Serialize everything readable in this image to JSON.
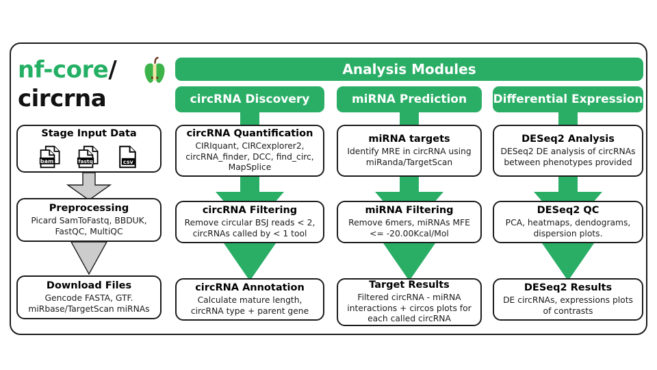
{
  "logo": {
    "line1_prefix": "nf-core",
    "line1_suffix": "/",
    "line2": "circrna",
    "icon": "nf-core-apple-logo",
    "green": "#24b064",
    "dark": "#111111"
  },
  "colors": {
    "green": "#2aae66",
    "grey_arrow": "#cccccc",
    "outline": "#1a1a1a",
    "white": "#ffffff"
  },
  "headers": {
    "master": "Analysis Modules",
    "modules": [
      {
        "label": "circRNA Discovery"
      },
      {
        "label": "miRNA Prediction"
      },
      {
        "label": "Differential Expression"
      }
    ]
  },
  "input_column": {
    "stage": {
      "title": "Stage Input Data",
      "files": [
        {
          "label": "bam",
          "stacked": true
        },
        {
          "label": "fastq",
          "stacked": true
        },
        {
          "label": "csv",
          "stacked": false
        }
      ]
    },
    "preprocessing": {
      "title": "Preprocessing",
      "desc": "Picard SamToFastq, BBDUK, FastQC, MultiQC"
    },
    "download": {
      "title": "Download Files",
      "desc": "Gencode FASTA, GTF. miRbase/TargetScan miRNAs"
    }
  },
  "columns": [
    {
      "name": "circrna-discovery",
      "steps": [
        {
          "title": "circRNA Quantification",
          "desc": "CIRIquant, CIRCexplorer2, circRNA_finder, DCC, find_circ, MapSplice"
        },
        {
          "title": "circRNA Filtering",
          "desc": "Remove circular BSJ reads < 2, circRNAs called by < 1 tool"
        },
        {
          "title": "circRNA Annotation",
          "desc": "Calculate mature length, circRNA type + parent gene"
        }
      ]
    },
    {
      "name": "mirna-prediction",
      "steps": [
        {
          "title": "miRNA targets",
          "desc": "Identify MRE in circRNA using miRanda/TargetScan"
        },
        {
          "title": "miRNA Filtering",
          "desc": "Remove 6mers, miRNAs MFE <= -20.00Kcal/Mol"
        },
        {
          "title": "Target Results",
          "desc": "Filtered circRNA - miRNA interactions + circos plots for each called circRNA"
        }
      ]
    },
    {
      "name": "differential-expression",
      "steps": [
        {
          "title": "DESeq2 Analysis",
          "desc": "DESeq2 DE analysis of circRNAs between phenotypes provided"
        },
        {
          "title": "DESeq2 QC",
          "desc": "PCA, heatmaps, dendograms, dispersion plots."
        },
        {
          "title": "DESeq2 Results",
          "desc": "DE circRNAs, expressions plots of contrasts"
        }
      ]
    }
  ]
}
